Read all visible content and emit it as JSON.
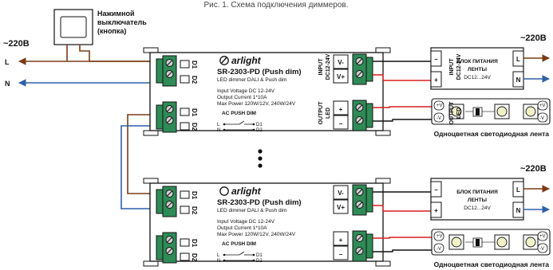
{
  "caption": "Рис. 1. Схема подключения диммеров.",
  "button": {
    "label_line1": "Нажимной",
    "label_line2": "выключатель",
    "label_line3": "(кнопка)"
  },
  "mains": {
    "voltage_label": "~220В",
    "l_label": "L",
    "n_label": "N"
  },
  "dimmers": [
    {
      "brand": "arlight",
      "model": "SR-2303-PD (Push dim)",
      "subtitle": "LED dimmer DALI & Push dim",
      "spec1": "Input Voltage DC 12-24V",
      "spec2": "Output Current 1*10A",
      "spec3": "Max Power 120W/12V, 240W/24V",
      "ac_label": "AC PUSH DIM",
      "schem_l": "L",
      "schem_n": "N",
      "schem_d1": "D1",
      "schem_d2": "D2",
      "term_d1_top": "D1",
      "term_d2_top": "D2",
      "term_d1_bot": "D1",
      "term_d2_bot": "D2",
      "input_label": "INPUT",
      "input_voltage": "DC12-24V",
      "v_minus": "V-",
      "v_plus": "V+",
      "output_label": "OUTPUT",
      "output_sub": "LED",
      "out_plus": "+",
      "out_minus": "−"
    },
    {
      "brand": "arlight",
      "model": "SR-2303-PD (Push dim)",
      "subtitle": "LED dimmer DALI & Push dim",
      "spec1": "Input Voltage DC 12-24V",
      "spec2": "Output Current 1*10A",
      "spec3": "Max Power 120W/12V, 240W/24V",
      "ac_label": "AC PUSH DIM",
      "schem_l": "L",
      "schem_n": "N",
      "schem_d1": "D1",
      "schem_d2": "D2",
      "term_d1_top": "D1",
      "term_d2_top": "D2",
      "term_d1_bot": "D1",
      "term_d2_bot": "D2",
      "input_label": "INPUT",
      "input_voltage": "DC12-24V",
      "v_minus": "V-",
      "v_plus": "V+",
      "output_label": "OUTPUT",
      "output_sub": "LED",
      "out_plus": "+",
      "out_minus": "−"
    }
  ],
  "psu": {
    "title_line1": "БЛОК ПИТАНИЯ",
    "title_line2": "ЛЕНТЫ",
    "voltage": "DC12...24V",
    "minus": "−",
    "plus": "+",
    "l": "L",
    "n": "N"
  },
  "strip": {
    "label": "Одноцветная светодиодная лента",
    "pin_plus": "+V",
    "pin_minus": "-V"
  },
  "colors": {
    "line_l": "#7a3b14",
    "line_n": "#2f5fa8",
    "wire_red": "#d81f1f",
    "wire_black": "#111111",
    "terminal_green": "#2e8b57"
  }
}
